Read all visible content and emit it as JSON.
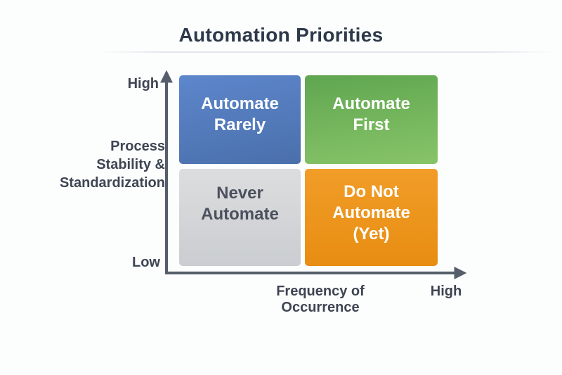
{
  "title": "Automation Priorities",
  "matrix": {
    "quadrants": {
      "top_left": {
        "name": "Automate Rarely",
        "lines": [
          "Automate",
          "Rarely"
        ],
        "color": "#4f7bc0",
        "text_color": "#ffffff"
      },
      "top_right": {
        "name": "Automate First",
        "lines": [
          "Automate",
          "First"
        ],
        "color": "#74b55c",
        "text_color": "#ffffff"
      },
      "bottom_left": {
        "name": "Never Automate",
        "lines": [
          "Never",
          "Automate"
        ],
        "color": "#d3d5d8",
        "text_color": "#4b515d"
      },
      "bottom_right": {
        "name": "Do Not Automate (Yet)",
        "lines": [
          "Do Not",
          "Automate",
          "(Yet)"
        ],
        "color": "#ee9519",
        "text_color": "#ffffff"
      }
    }
  },
  "y_axis": {
    "high_label": "High",
    "low_label": "Low",
    "title_lines": [
      "Process",
      "Stability &",
      "Standardization"
    ]
  },
  "x_axis": {
    "title": "Frequency of Occurrence",
    "high_label": "High"
  },
  "colors": {
    "axis": "#565d6b",
    "title_text": "#2d3949",
    "label_text": "#3e4553",
    "background": "#fcfdfd"
  }
}
